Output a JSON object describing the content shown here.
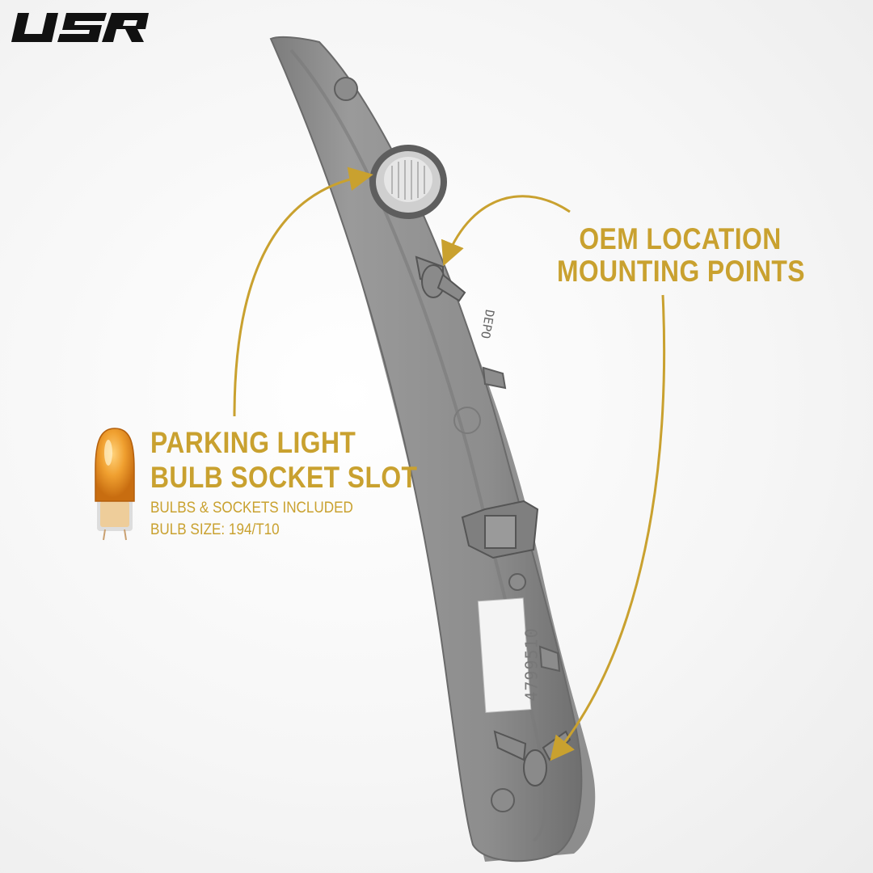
{
  "logo": {
    "text": "USR"
  },
  "callouts": {
    "oem": {
      "line1": "OEM LOCATION",
      "line2": "MOUNTING POINTS"
    },
    "parking": {
      "line1": "PARKING LIGHT",
      "line2": "BULB SOCKET SLOT",
      "sub1": "BULBS & SOCKETS INCLUDED",
      "sub2": "BULB SIZE: 194/T10"
    }
  },
  "part_markings": {
    "label_number": "4799510",
    "brand": "DEPO"
  },
  "colors": {
    "accent_gold": "#c9a12f",
    "housing_gray": "#8e8e8e",
    "bulb_amber": "#e8901a"
  }
}
